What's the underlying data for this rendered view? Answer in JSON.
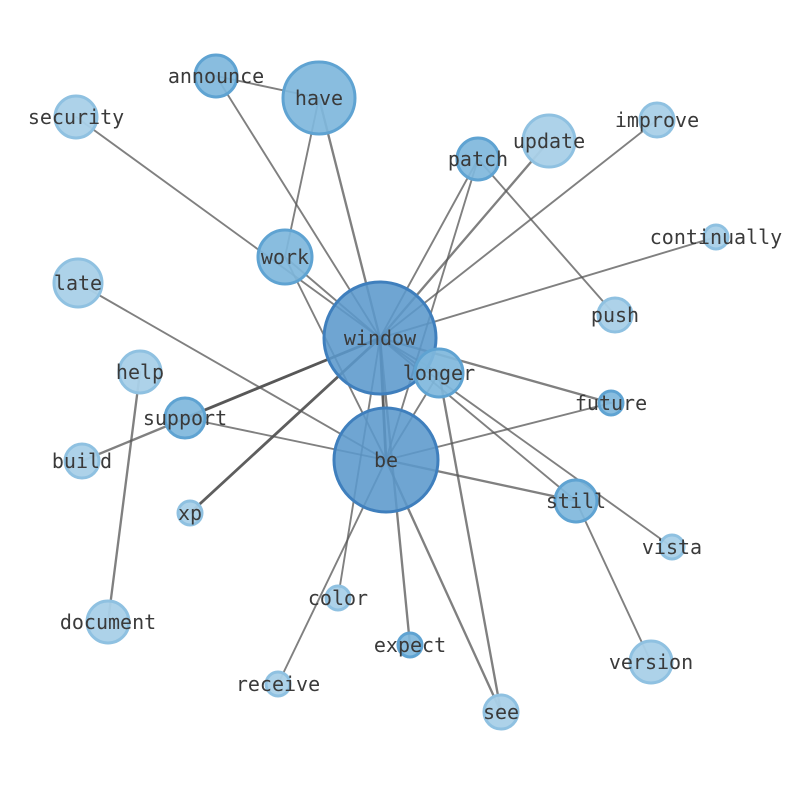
{
  "colors": {
    "edge": "#555555",
    "level1": "#a9d0e8",
    "level2": "#7fb7dc",
    "level3": "#5b98cc",
    "stroke1": "#8fc1e1",
    "stroke2": "#5fa3d2",
    "stroke3": "#3f7fbd"
  },
  "nodes": [
    {
      "id": "window",
      "label": "window",
      "weight": 56,
      "level": 3
    },
    {
      "id": "be",
      "label": "be",
      "weight": 52,
      "level": 3
    },
    {
      "id": "have",
      "label": "have",
      "weight": 36,
      "level": 2
    },
    {
      "id": "update",
      "label": "update",
      "weight": 26,
      "level": 1
    },
    {
      "id": "work",
      "label": "work",
      "weight": 27,
      "level": 2
    },
    {
      "id": "longer",
      "label": "longer",
      "weight": 24,
      "level": 2
    },
    {
      "id": "late",
      "label": "late",
      "weight": 24,
      "level": 1
    },
    {
      "id": "document",
      "label": "document",
      "weight": 21,
      "level": 1
    },
    {
      "id": "version",
      "label": "version",
      "weight": 21,
      "level": 1
    },
    {
      "id": "announce",
      "label": "announce",
      "weight": 21,
      "level": 2
    },
    {
      "id": "security",
      "label": "security",
      "weight": 21,
      "level": 1
    },
    {
      "id": "patch",
      "label": "patch",
      "weight": 21,
      "level": 2
    },
    {
      "id": "help",
      "label": "help",
      "weight": 21,
      "level": 1
    },
    {
      "id": "still",
      "label": "still",
      "weight": 21,
      "level": 2
    },
    {
      "id": "support",
      "label": "support",
      "weight": 20,
      "level": 2
    },
    {
      "id": "push",
      "label": "push",
      "weight": 17,
      "level": 1
    },
    {
      "id": "see",
      "label": "see",
      "weight": 17,
      "level": 1
    },
    {
      "id": "improve",
      "label": "improve",
      "weight": 17,
      "level": 1
    },
    {
      "id": "build",
      "label": "build",
      "weight": 17,
      "level": 1
    },
    {
      "id": "future",
      "label": "future",
      "weight": 12,
      "level": 2
    },
    {
      "id": "continually",
      "label": "continually",
      "weight": 12,
      "level": 1
    },
    {
      "id": "vista",
      "label": "vista",
      "weight": 12,
      "level": 1
    },
    {
      "id": "xp",
      "label": "xp",
      "weight": 12,
      "level": 1
    },
    {
      "id": "color",
      "label": "color",
      "weight": 12,
      "level": 1
    },
    {
      "id": "expect",
      "label": "expect",
      "weight": 12,
      "level": 2
    },
    {
      "id": "receive",
      "label": "receive",
      "weight": 12,
      "level": 1
    }
  ],
  "edges": [
    {
      "source": "window",
      "target": "have",
      "weight": 3
    },
    {
      "source": "window",
      "target": "announce",
      "weight": 2
    },
    {
      "source": "window",
      "target": "security",
      "weight": 2
    },
    {
      "source": "window",
      "target": "work",
      "weight": 2
    },
    {
      "source": "window",
      "target": "patch",
      "weight": 2
    },
    {
      "source": "window",
      "target": "update",
      "weight": 3
    },
    {
      "source": "window",
      "target": "improve",
      "weight": 2
    },
    {
      "source": "window",
      "target": "continually",
      "weight": 2
    },
    {
      "source": "window",
      "target": "longer",
      "weight": 2
    },
    {
      "source": "window",
      "target": "future",
      "weight": 3
    },
    {
      "source": "window",
      "target": "support",
      "weight": 4
    },
    {
      "source": "window",
      "target": "build",
      "weight": 3
    },
    {
      "source": "window",
      "target": "xp",
      "weight": 4
    },
    {
      "source": "window",
      "target": "still",
      "weight": 2
    },
    {
      "source": "window",
      "target": "vista",
      "weight": 2
    },
    {
      "source": "window",
      "target": "be",
      "weight": 4
    },
    {
      "source": "window",
      "target": "expect",
      "weight": 3
    },
    {
      "source": "window",
      "target": "color",
      "weight": 2
    },
    {
      "source": "be",
      "target": "late",
      "weight": 2
    },
    {
      "source": "be",
      "target": "work",
      "weight": 2
    },
    {
      "source": "be",
      "target": "support",
      "weight": 2
    },
    {
      "source": "be",
      "target": "future",
      "weight": 2
    },
    {
      "source": "be",
      "target": "still",
      "weight": 3
    },
    {
      "source": "be",
      "target": "see",
      "weight": 3
    },
    {
      "source": "be",
      "target": "receive",
      "weight": 2
    },
    {
      "source": "be",
      "target": "patch",
      "weight": 2
    },
    {
      "source": "be",
      "target": "longer",
      "weight": 2
    },
    {
      "source": "have",
      "target": "announce",
      "weight": 2
    },
    {
      "source": "have",
      "target": "work",
      "weight": 2
    },
    {
      "source": "patch",
      "target": "push",
      "weight": 2
    },
    {
      "source": "help",
      "target": "document",
      "weight": 3
    },
    {
      "source": "still",
      "target": "version",
      "weight": 2
    },
    {
      "source": "longer",
      "target": "see",
      "weight": 3
    }
  ]
}
